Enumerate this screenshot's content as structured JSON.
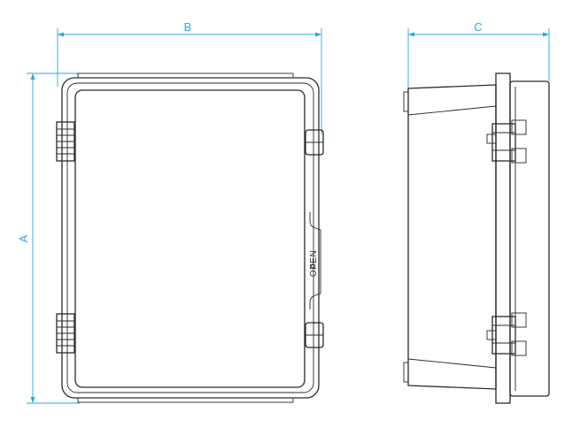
{
  "dimensions": {
    "a_label": "A",
    "b_label": "B",
    "c_label": "C"
  },
  "front_view": {
    "open_label": "OPEN"
  },
  "colors": {
    "dimension": "#29a8dc",
    "outline": "#2a2a2a",
    "background": "#ffffff"
  }
}
